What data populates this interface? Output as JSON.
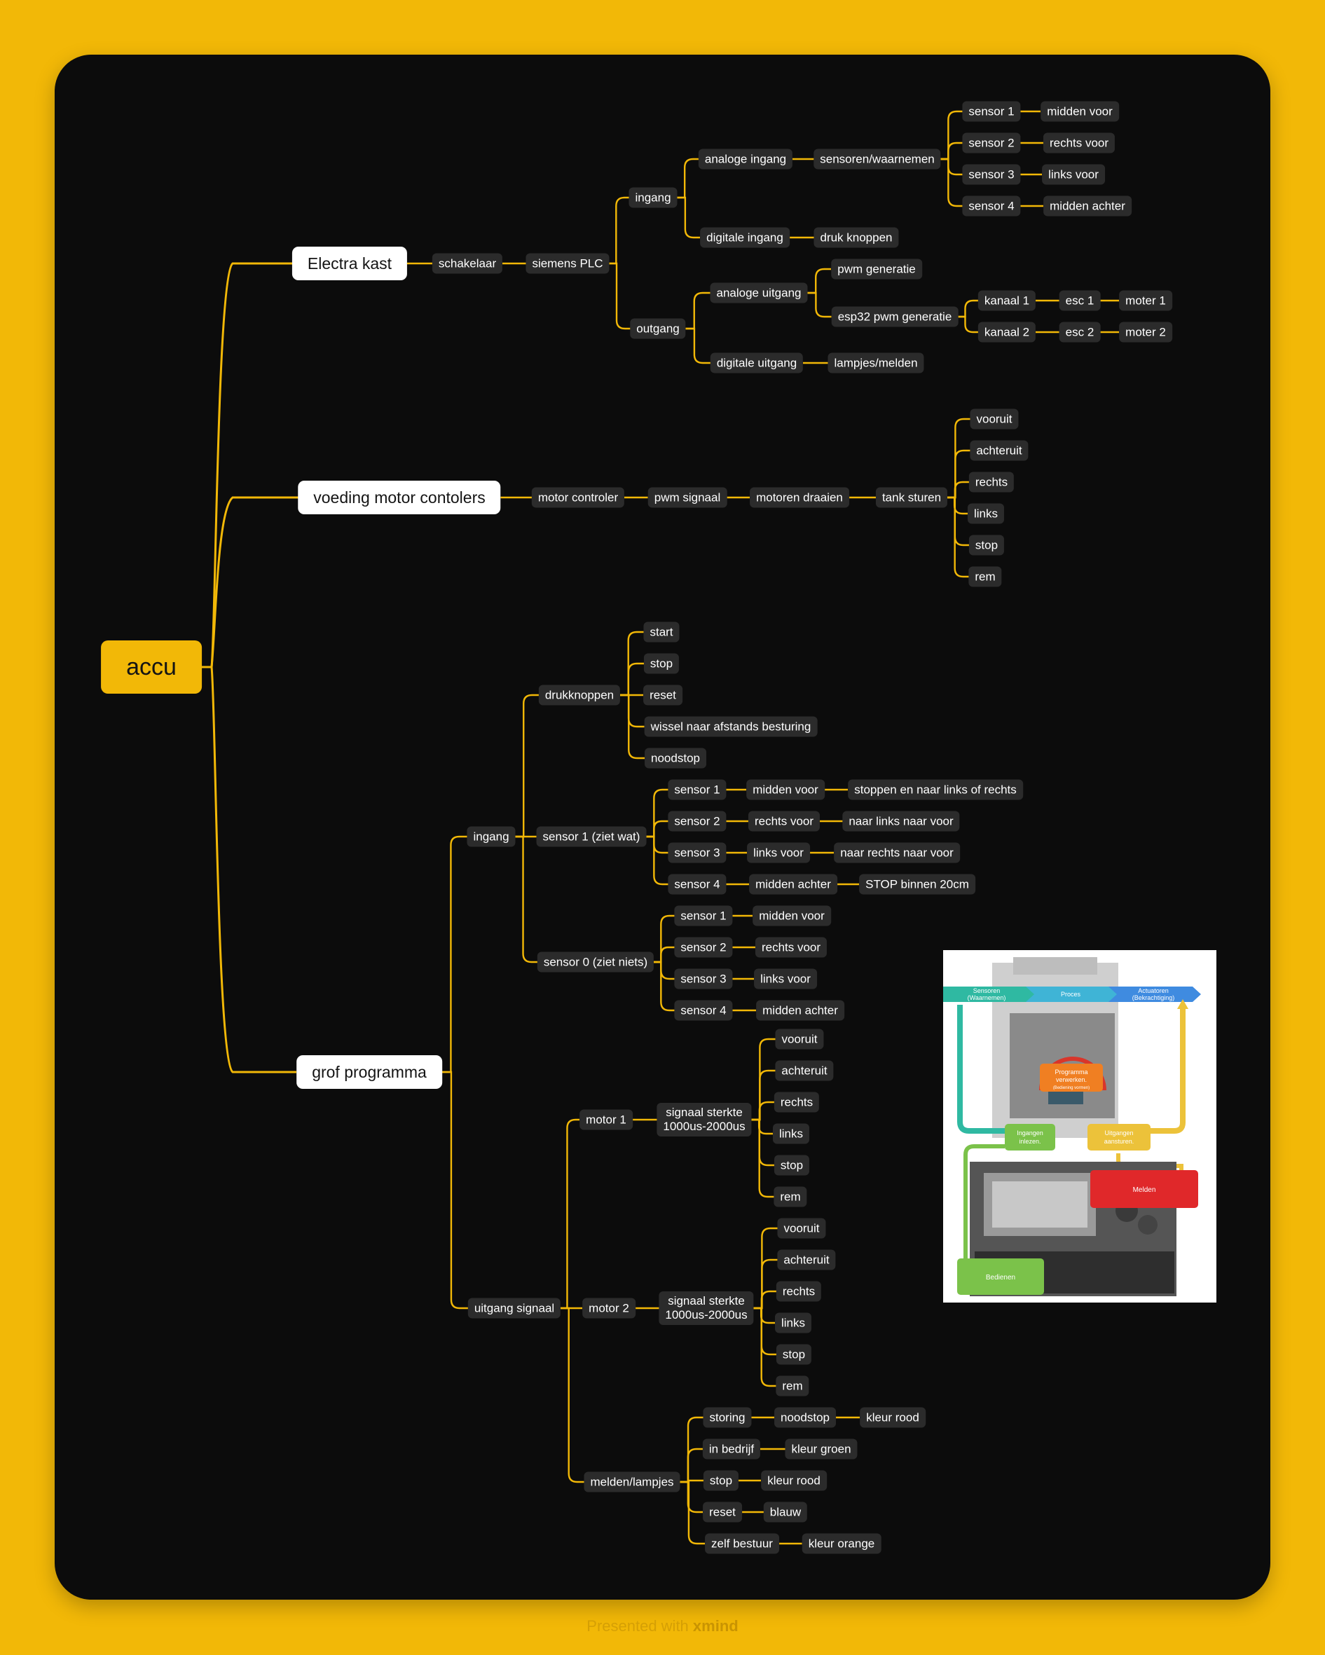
{
  "root": {
    "label": "accu",
    "children": [
      {
        "label": "Electra kast",
        "children": [
          {
            "label": "schakelaar",
            "children": [
              {
                "label": "siemens PLC",
                "children": [
                  {
                    "label": "ingang",
                    "children": [
                      {
                        "label": "analoge ingang",
                        "children": [
                          {
                            "label": "sensoren/waarnemen",
                            "children": [
                              {
                                "label": "sensor 1",
                                "children": [
                                  {
                                    "label": "midden voor"
                                  }
                                ]
                              },
                              {
                                "label": "sensor 2",
                                "children": [
                                  {
                                    "label": "rechts voor"
                                  }
                                ]
                              },
                              {
                                "label": "sensor 3",
                                "children": [
                                  {
                                    "label": "links voor"
                                  }
                                ]
                              },
                              {
                                "label": "sensor 4",
                                "children": [
                                  {
                                    "label": "midden achter"
                                  }
                                ]
                              }
                            ]
                          }
                        ]
                      },
                      {
                        "label": "digitale ingang",
                        "children": [
                          {
                            "label": "druk knoppen"
                          }
                        ]
                      }
                    ]
                  },
                  {
                    "label": "outgang",
                    "children": [
                      {
                        "label": "analoge uitgang",
                        "children": [
                          {
                            "label": "pwm generatie"
                          },
                          {
                            "label": "esp32 pwm generatie",
                            "children": [
                              {
                                "label": "kanaal 1",
                                "children": [
                                  {
                                    "label": "esc 1",
                                    "children": [
                                      {
                                        "label": "moter 1"
                                      }
                                    ]
                                  }
                                ]
                              },
                              {
                                "label": "kanaal 2",
                                "children": [
                                  {
                                    "label": "esc 2",
                                    "children": [
                                      {
                                        "label": "moter 2"
                                      }
                                    ]
                                  }
                                ]
                              }
                            ]
                          }
                        ]
                      },
                      {
                        "label": "digitale uitgang",
                        "children": [
                          {
                            "label": "lampjes/melden"
                          }
                        ]
                      }
                    ]
                  }
                ]
              }
            ]
          }
        ]
      },
      {
        "label": "voeding motor contolers",
        "children": [
          {
            "label": "motor controler",
            "children": [
              {
                "label": "pwm signaal",
                "children": [
                  {
                    "label": "motoren draaien",
                    "children": [
                      {
                        "label": "tank sturen",
                        "children": [
                          {
                            "label": "vooruit"
                          },
                          {
                            "label": "achteruit"
                          },
                          {
                            "label": "rechts"
                          },
                          {
                            "label": "links"
                          },
                          {
                            "label": "stop"
                          },
                          {
                            "label": "rem"
                          }
                        ]
                      }
                    ]
                  }
                ]
              }
            ]
          }
        ]
      },
      {
        "label": "grof programma",
        "children": [
          {
            "label": "ingang",
            "children": [
              {
                "label": "drukknoppen",
                "children": [
                  {
                    "label": "start"
                  },
                  {
                    "label": "stop"
                  },
                  {
                    "label": "reset"
                  },
                  {
                    "label": "wissel naar afstands besturing"
                  },
                  {
                    "label": "noodstop"
                  }
                ]
              },
              {
                "label": "sensor 1 (ziet wat)",
                "children": [
                  {
                    "label": "sensor 1",
                    "children": [
                      {
                        "label": "midden voor",
                        "children": [
                          {
                            "label": "stoppen en naar links of rechts"
                          }
                        ]
                      }
                    ]
                  },
                  {
                    "label": "sensor 2",
                    "children": [
                      {
                        "label": "rechts voor",
                        "children": [
                          {
                            "label": "naar links naar voor"
                          }
                        ]
                      }
                    ]
                  },
                  {
                    "label": "sensor 3",
                    "children": [
                      {
                        "label": "links voor",
                        "children": [
                          {
                            "label": "naar rechts naar voor"
                          }
                        ]
                      }
                    ]
                  },
                  {
                    "label": "sensor 4",
                    "children": [
                      {
                        "label": "midden achter",
                        "children": [
                          {
                            "label": "STOP binnen 20cm"
                          }
                        ]
                      }
                    ]
                  }
                ]
              },
              {
                "label": "sensor 0 (ziet niets)",
                "children": [
                  {
                    "label": "sensor 1",
                    "children": [
                      {
                        "label": "midden voor"
                      }
                    ]
                  },
                  {
                    "label": "sensor 2",
                    "children": [
                      {
                        "label": "rechts voor"
                      }
                    ]
                  },
                  {
                    "label": "sensor 3",
                    "children": [
                      {
                        "label": "links voor"
                      }
                    ]
                  },
                  {
                    "label": "sensor 4",
                    "children": [
                      {
                        "label": "midden achter"
                      }
                    ]
                  }
                ]
              }
            ]
          },
          {
            "label": "uitgang signaal",
            "children": [
              {
                "label": "motor 1",
                "children": [
                  {
                    "label": "signaal sterkte\n1000us-2000us",
                    "children": [
                      {
                        "label": "vooruit"
                      },
                      {
                        "label": "achteruit"
                      },
                      {
                        "label": "rechts"
                      },
                      {
                        "label": "links"
                      },
                      {
                        "label": "stop"
                      },
                      {
                        "label": "rem"
                      }
                    ]
                  }
                ]
              },
              {
                "label": "motor 2",
                "children": [
                  {
                    "label": "signaal sterkte\n1000us-2000us",
                    "children": [
                      {
                        "label": "vooruit"
                      },
                      {
                        "label": "achteruit"
                      },
                      {
                        "label": "rechts"
                      },
                      {
                        "label": "links"
                      },
                      {
                        "label": "stop"
                      },
                      {
                        "label": "rem"
                      }
                    ]
                  }
                ]
              },
              {
                "label": "melden/lampjes",
                "children": [
                  {
                    "label": "storing",
                    "children": [
                      {
                        "label": "noodstop",
                        "children": [
                          {
                            "label": "kleur rood"
                          }
                        ]
                      }
                    ]
                  },
                  {
                    "label": "in bedrijf",
                    "children": [
                      {
                        "label": "kleur groen"
                      }
                    ]
                  },
                  {
                    "label": "stop",
                    "children": [
                      {
                        "label": "kleur rood"
                      }
                    ]
                  },
                  {
                    "label": "reset",
                    "children": [
                      {
                        "label": "blauw"
                      }
                    ]
                  },
                  {
                    "label": "zelf bestuur",
                    "children": [
                      {
                        "label": "kleur orange"
                      }
                    ]
                  }
                ]
              }
            ]
          }
        ]
      }
    ]
  },
  "image": {
    "arrows": [
      "Sensoren\n(Waarnemen)",
      "Proces",
      "Actuatoren\n(Bekrachtiging)"
    ],
    "boxes": {
      "programma": "Programma\nverwerken.",
      "programma_sub": "(Bediening vormen)",
      "ingangen": "Ingangen\ninlezen.",
      "uitgangen": "Uitgangen\naansturen.",
      "melden": "Melden",
      "bedienen": "Bedienen"
    }
  },
  "footer": {
    "prefix": "Presented with",
    "brand": "xmind"
  },
  "colors": {
    "page_bg": "#f2b807",
    "canvas_bg": "#0c0c0c",
    "connector": "#f2b807",
    "node_bg": "#2b2b2b",
    "node_text": "#ffffff"
  }
}
